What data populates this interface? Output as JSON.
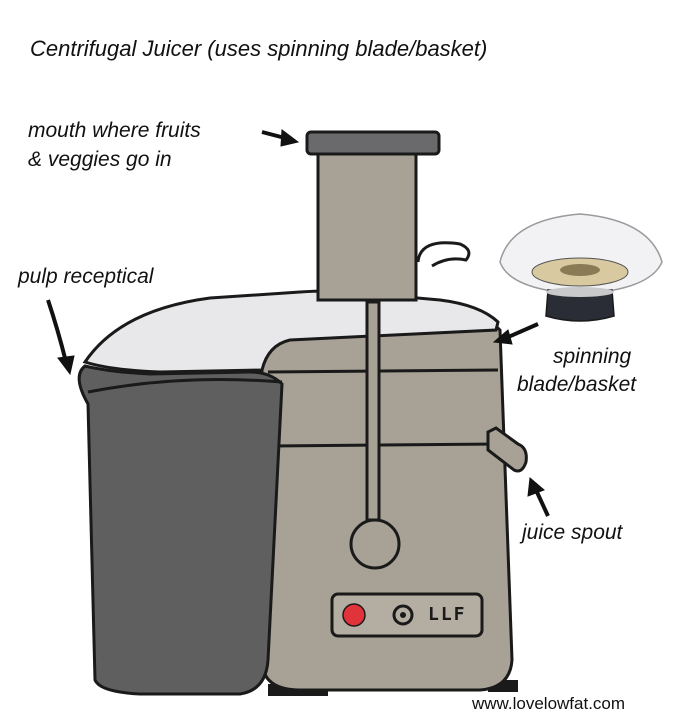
{
  "title": "Centrifugal Juicer (uses spinning blade/basket)",
  "labels": {
    "mouth_line1": "mouth where fruits",
    "mouth_line2": "& veggies go in",
    "pulp": "pulp receptical",
    "blade_line1": "spinning",
    "blade_line2": "blade/basket",
    "spout": "juice spout"
  },
  "badge": "LLF",
  "footer": "www.lovelowfat.com",
  "colors": {
    "body": "#a8a196",
    "pulp_bin": "#5f5f60",
    "lid": "#e8e8ea",
    "outline": "#1a1a1a",
    "button_red": "#e0333a"
  }
}
